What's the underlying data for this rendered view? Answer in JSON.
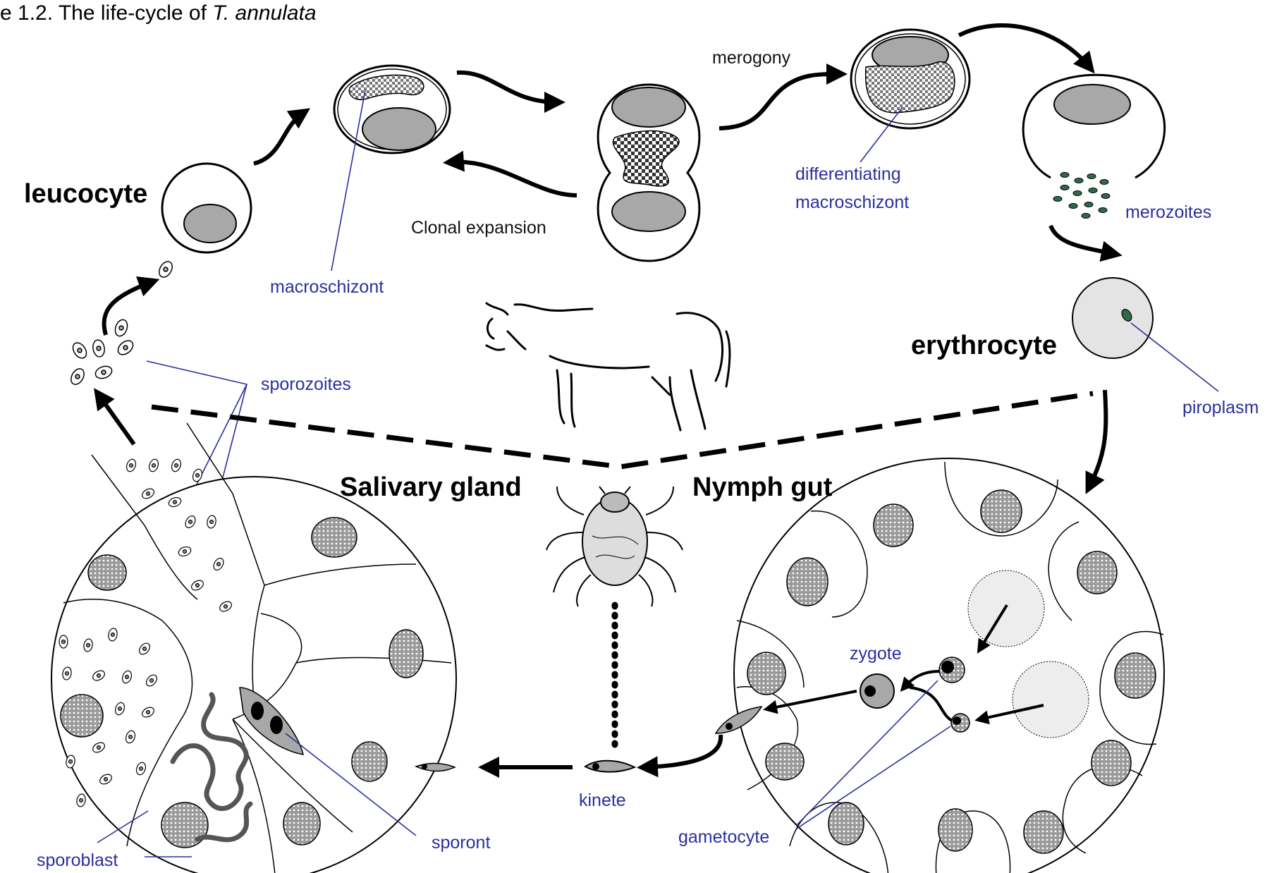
{
  "figure": {
    "caption_prefix": "e 1.2.  The life-cycle of ",
    "caption_italic": "T. annulata"
  },
  "labels": {
    "leucocyte": "leucocyte",
    "macroschizont": "macroschizont",
    "clonal_expansion": "Clonal expansion",
    "merogony": "merogony",
    "differentiating_1": "differentiating",
    "differentiating_2": "macroschizont",
    "merozoites": "merozoites",
    "erythrocyte": "erythrocyte",
    "piroplasm": "piroplasm",
    "sporozoites": "sporozoites",
    "salivary_gland": "Salivary gland",
    "nymph_gut": "Nymph gut",
    "zygote": "zygote",
    "kinete": "kinete",
    "gametocyte": "gametocyte",
    "sporont": "sporont",
    "sporoblast": "sporoblast"
  },
  "colors": {
    "label_blue": "#2b2f9e",
    "nucleus_gray": "#a8a8a8",
    "erythrocyte_fill": "#e4e4e4",
    "parasite_green": "#2f6b4a"
  },
  "icons": [
    "cow-icon",
    "tick-icon"
  ]
}
